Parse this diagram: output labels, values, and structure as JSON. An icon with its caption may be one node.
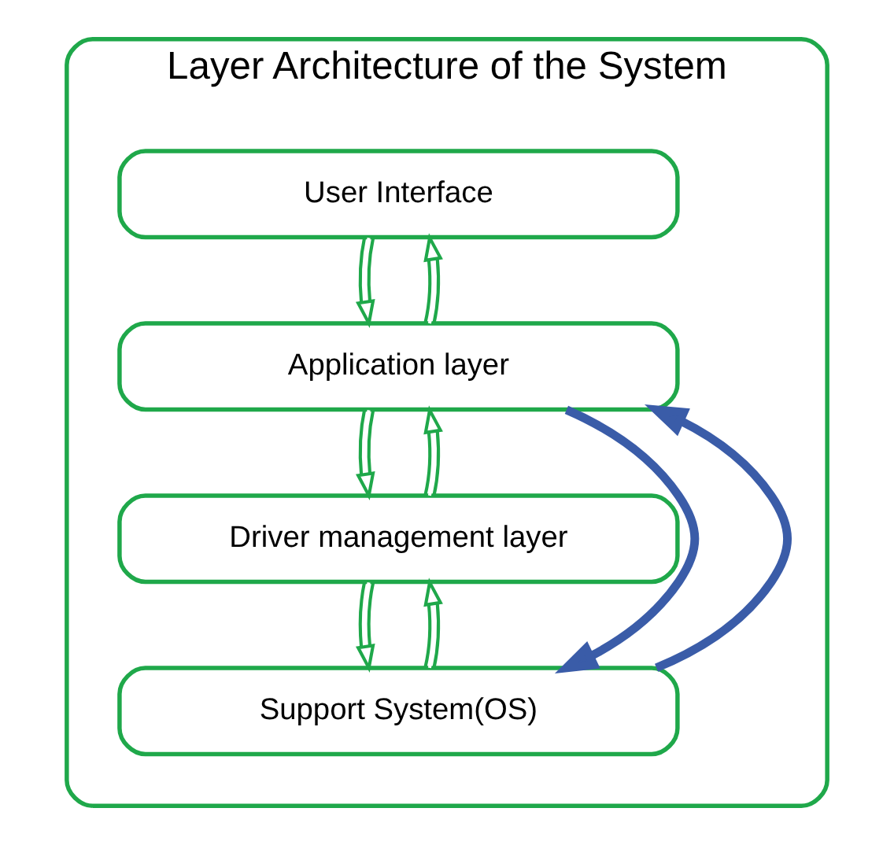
{
  "diagram": {
    "nodes": [
      {
        "text": [
          "Layer Architecture of the System"
        ]
      },
      {
        "text": [
          "User Interface"
        ],
        "in": 0
      },
      {
        "text": [
          "Application layer"
        ],
        "in": 0
      },
      {
        "text": [
          "Driver management layer"
        ],
        "in": 0
      },
      {
        "text": [
          "Support System(OS)"
        ],
        "in": 0
      }
    ],
    "edges": [
      {
        "from": 2,
        "to": 1,
        "arrow": "to"
      },
      {
        "from": 1,
        "to": 2,
        "arrow": "to"
      },
      {
        "from": 3,
        "to": 2,
        "arrow": "to"
      },
      {
        "from": 2,
        "to": 3,
        "arrow": "to"
      },
      {
        "from": 4,
        "to": 3,
        "arrow": "to"
      },
      {
        "from": 3,
        "to": 4,
        "arrow": "to"
      },
      {
        "from": 2,
        "to": 4,
        "arrow": "to",
        "style": "thick",
        "color": "#3a5ca8"
      },
      {
        "from": 4,
        "to": 2,
        "arrow": "to",
        "style": "thick",
        "color": "#3a5ca8"
      }
    ]
  }
}
